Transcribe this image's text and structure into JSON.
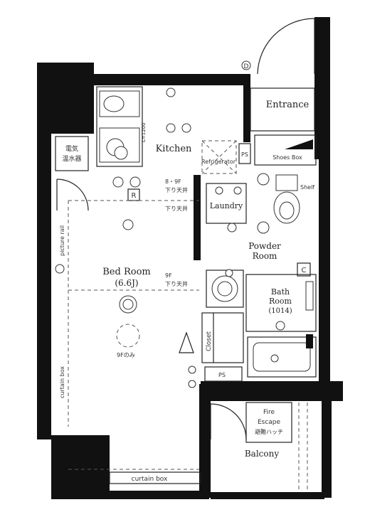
{
  "plan": {
    "rooms": {
      "entrance": "Entrance",
      "kitchen": "Kitchen",
      "kitchen_dim": "L=1200",
      "refrigerator": "Refrigerator",
      "ps_top": "PS",
      "shoes_box": "Shoes Box",
      "shelf": "Shelf",
      "laundry": "Laundry",
      "powder_room_1": "Powder",
      "powder_room_2": "Room",
      "bed_room": "Bed Room",
      "bed_room_size": "(6.6J)",
      "bath_room_1": "Bath",
      "bath_room_2": "Room",
      "bath_room_size": "(1014)",
      "closet": "Closet",
      "ps_bottom": "PS",
      "fire_escape_1": "Fire",
      "fire_escape_2": "Escape",
      "fire_escape_3": "避難ハッチ",
      "balcony": "Balcony",
      "curtain_box_bottom": "curtain box",
      "curtain_box_left": "curtain box",
      "picture_rail": "picture rail",
      "water_heater_1": "電気",
      "water_heater_2": "温水器",
      "ceiling_note_1a": "8・9F",
      "ceiling_note_1b": "下り天井",
      "ceiling_note_2": "下り天井",
      "ceiling_note_3a": "9F",
      "ceiling_note_3b": "下り天井",
      "floor_note": "9Fのみ"
    },
    "markers": {
      "r": "R",
      "c": "C",
      "d": "D"
    }
  }
}
